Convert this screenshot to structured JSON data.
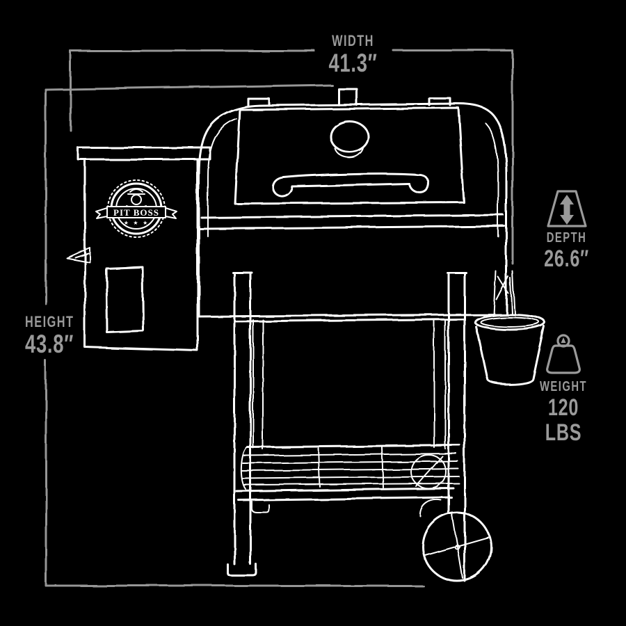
{
  "page": {
    "background": "#000000",
    "art_color": "#ffffff",
    "dimension_color": "#9a9a9a"
  },
  "logo": {
    "brand": "PIT BOSS",
    "stars": "★ ★ ★"
  },
  "icons": {
    "depth": "depth-arrow-icon",
    "weight": "weight-kettlebell-icon"
  },
  "dimensions": {
    "width": {
      "label": "WIDTH",
      "value": "41.3″"
    },
    "height": {
      "label": "HEIGHT",
      "value": "43.8″"
    },
    "depth": {
      "label": "DEPTH",
      "value": "26.6″"
    },
    "weight": {
      "label": "WEIGHT",
      "value": "120 LBS"
    }
  }
}
